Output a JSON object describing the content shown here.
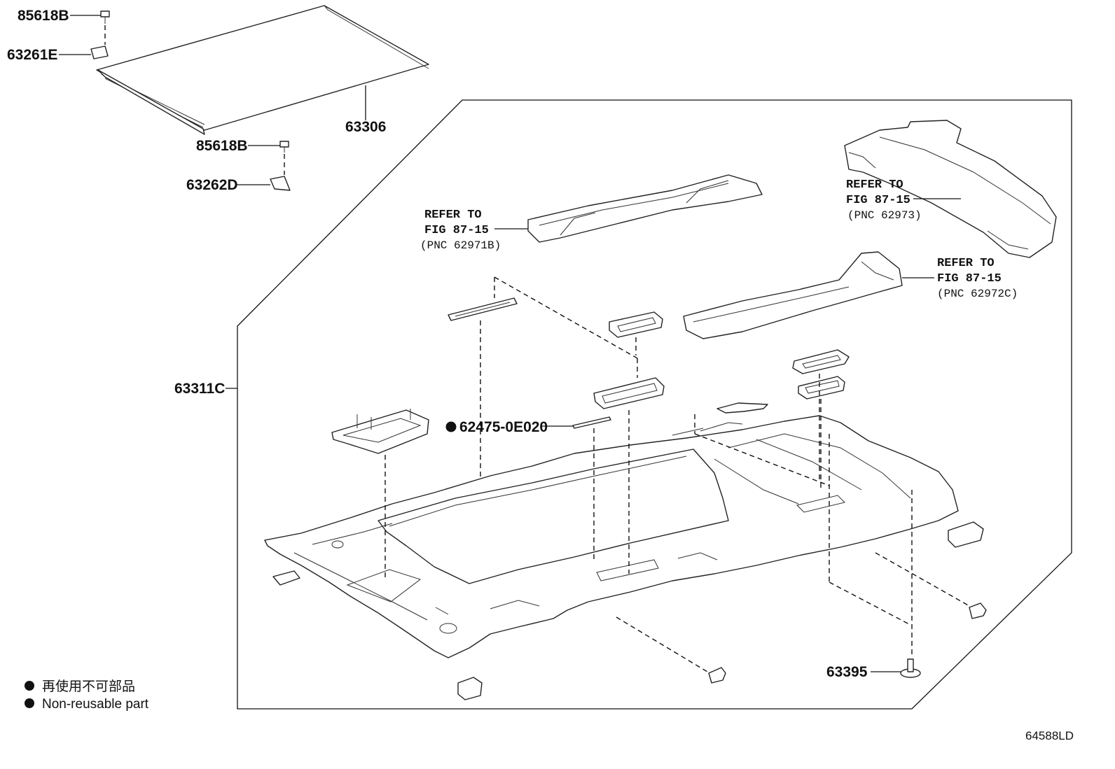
{
  "labels": {
    "p85618b_top": "85618B",
    "p63261e": "63261E",
    "p63306": "63306",
    "p85618b_mid": "85618B",
    "p63262d": "63262D",
    "p63311c": "63311C",
    "p62475": "62475-0E020",
    "p63395": "63395"
  },
  "refer_a": {
    "line1": "REFER TO",
    "line2": "FIG 87-15",
    "line3": "(PNC 62971B)"
  },
  "refer_b": {
    "line1": "REFER TO",
    "line2": "FIG 87-15",
    "line3": "(PNC 62973)"
  },
  "refer_c": {
    "line1": "REFER TO",
    "line2": "FIG 87-15",
    "line3": "(PNC 62972C)"
  },
  "legend": {
    "line1": "再使用不可部品",
    "line2": "Non-reusable part"
  },
  "figure_code": "64588LD",
  "icons": {
    "non_reusable_marker": "filled-circle-icon"
  },
  "colors": {
    "line": "#111111",
    "background": "#ffffff"
  }
}
